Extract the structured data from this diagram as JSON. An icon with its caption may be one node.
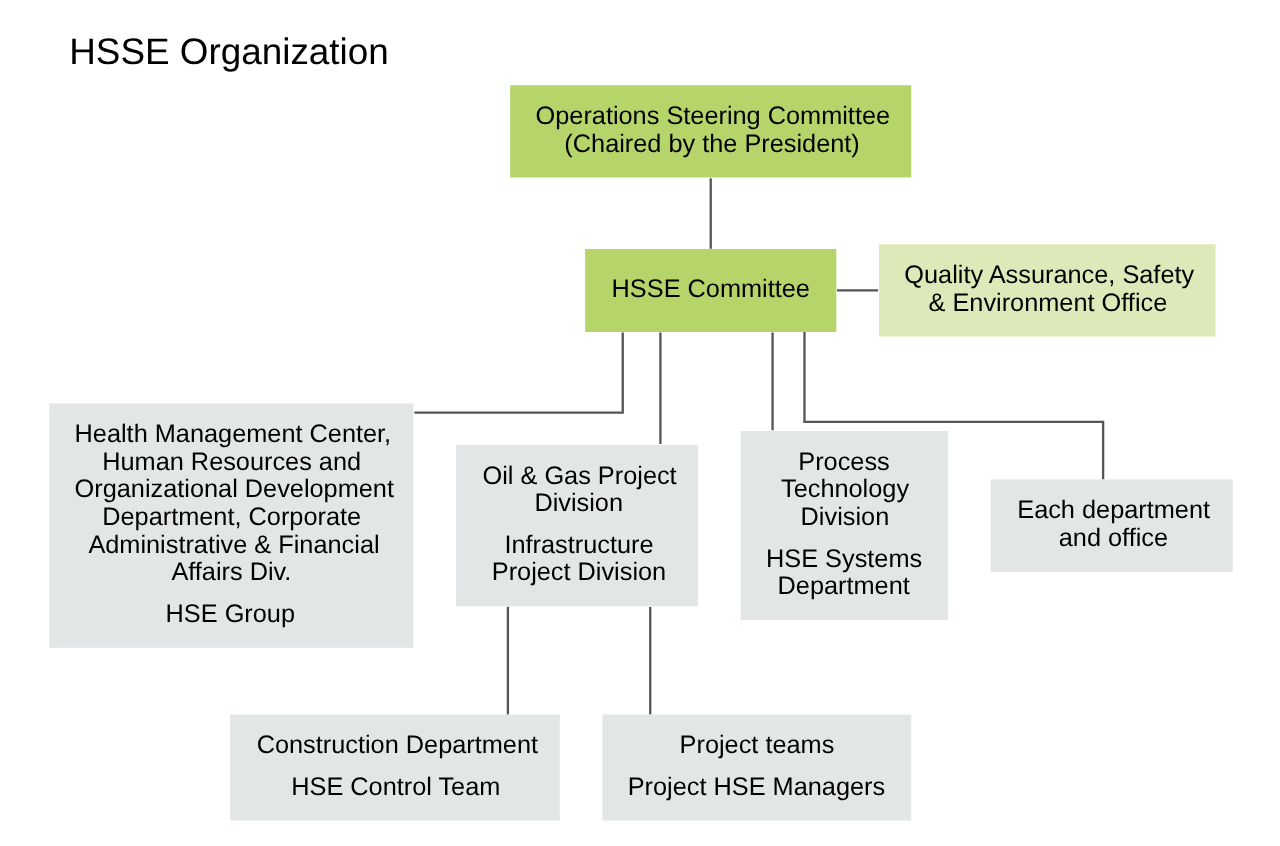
{
  "diagram": {
    "title": "HSSE Organization",
    "nodes": [
      {
        "text": [
          "Operations Steering Committee (Chaired by the President)"
        ]
      },
      {
        "text": [
          "HSSE Committee"
        ]
      },
      {
        "text": [
          "Quality Assurance, Safety & Environment Office"
        ]
      },
      {
        "text": [
          "Health Management Center, Human Resources and Organizational Development Department, Corporate Administrative & Financial Affairs Div.",
          "HSE Group"
        ]
      },
      {
        "text": [
          "Oil & Gas Project Division",
          "Infrastructure Project Division"
        ]
      },
      {
        "text": [
          "Process Technology Division",
          "HSE Systems Department"
        ]
      },
      {
        "text": [
          "Each department and office"
        ]
      },
      {
        "text": [
          "Construction Department",
          "HSE Control Team"
        ]
      },
      {
        "text": [
          "Project teams",
          "Project HSE Managers"
        ]
      }
    ],
    "edges": [
      {
        "from": 0,
        "to": 1,
        "arrow": "none"
      },
      {
        "from": 1,
        "to": 2,
        "arrow": "none"
      },
      {
        "from": 1,
        "to": 3,
        "arrow": "none"
      },
      {
        "from": 1,
        "to": 4,
        "arrow": "none"
      },
      {
        "from": 1,
        "to": 5,
        "arrow": "none"
      },
      {
        "from": 1,
        "to": 6,
        "arrow": "none"
      },
      {
        "from": 4,
        "to": 7,
        "arrow": "none"
      },
      {
        "from": 4,
        "to": 8,
        "arrow": "none"
      }
    ]
  }
}
